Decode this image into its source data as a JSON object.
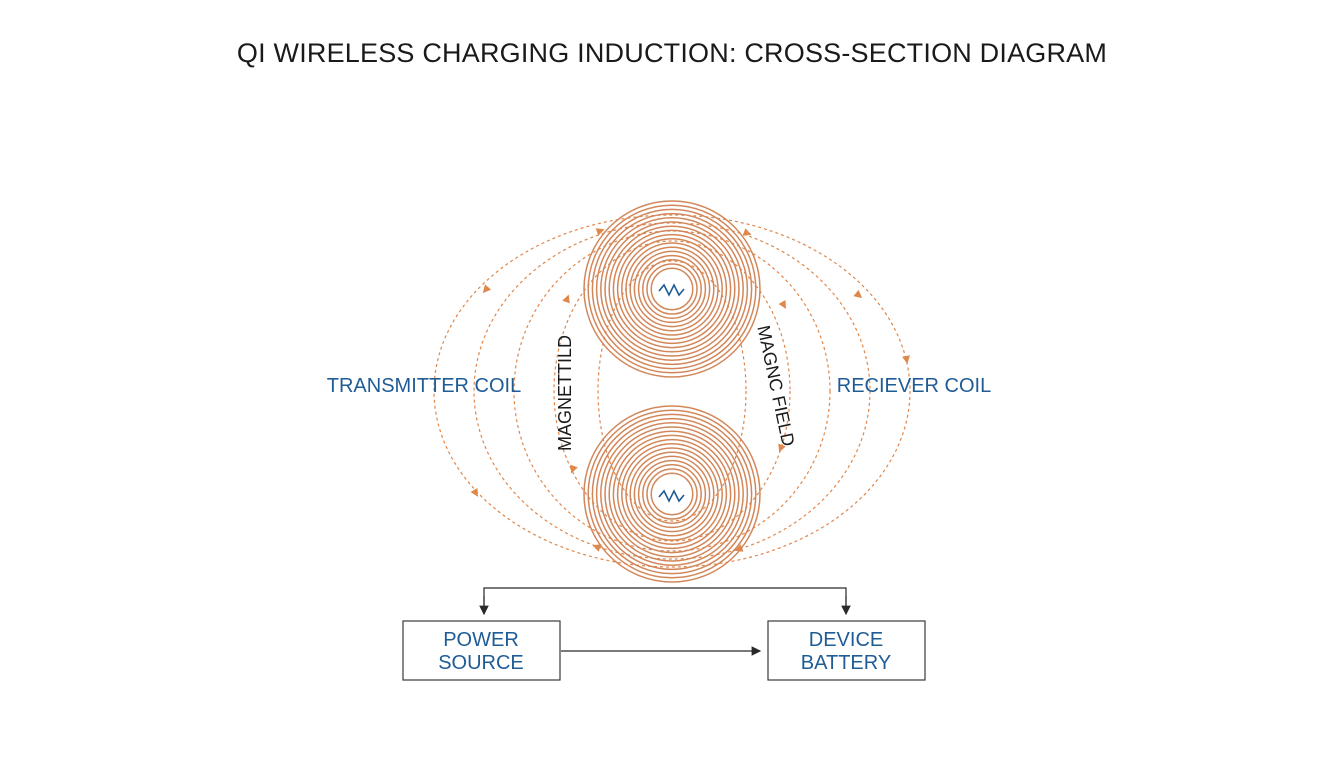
{
  "title": "QI WIRELESS CHARGING INDUCTION: CROSS-SECTION DIAGRAM",
  "labels": {
    "transmitter_coil": "TRANSMITTER COIL",
    "receiver_coil": "RECIEVER COIL",
    "field_left": "MAGNETTILD",
    "field_right": "MAGNC FIELD"
  },
  "boxes": {
    "power_source": [
      "POWER",
      "SOURCE"
    ],
    "device_battery": [
      "DEVICE",
      "BATTERY"
    ]
  },
  "colors": {
    "coil": "#d2875a",
    "field_line": "#e0874a",
    "label": "#1f5c96",
    "arrow": "#2a2a2a"
  },
  "icons": {
    "coil_center": "ac-wave-icon"
  }
}
